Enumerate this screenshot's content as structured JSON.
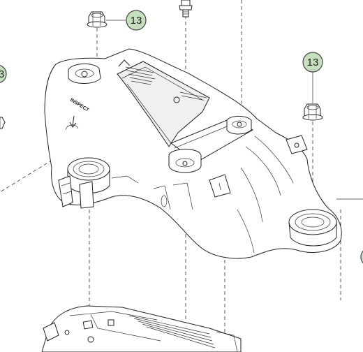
{
  "callouts": {
    "top_bolt_callout": "13",
    "right_nut_callout": "13",
    "left_edge_callout": "3"
  },
  "labels": {
    "inspect_label": "INSPECT"
  },
  "colors": {
    "callout_fill": "#c6e0bf",
    "line_color": "#222222"
  }
}
